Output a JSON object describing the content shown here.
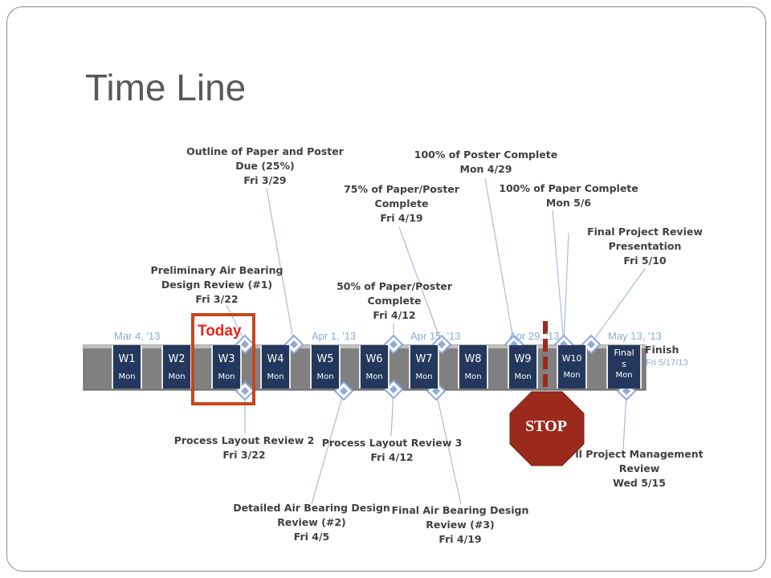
{
  "slide": {
    "title": "Time Line"
  },
  "timeline": {
    "dates": [
      "Mar 4, '13",
      "Apr 1, '13",
      "Apr 15, '13",
      "Apr 29, '13",
      "May 13, '13"
    ],
    "weeks": [
      {
        "label": "W1",
        "day": "Mon"
      },
      {
        "label": "W2",
        "day": "Mon"
      },
      {
        "label": "W3",
        "day": "Mon"
      },
      {
        "label": "W4",
        "day": "Mon"
      },
      {
        "label": "W5",
        "day": "Mon"
      },
      {
        "label": "W6",
        "day": "Mon"
      },
      {
        "label": "W7",
        "day": "Mon"
      },
      {
        "label": "W8",
        "day": "Mon"
      },
      {
        "label": "W9",
        "day": "Mon"
      },
      {
        "label": "W10",
        "day": "Mon"
      },
      {
        "label": "Final\ns",
        "day": "Mon"
      }
    ],
    "today_label": "Today",
    "finish": {
      "label": "Finish",
      "date": "Fri 5/17/13"
    },
    "stop_label": "STOP",
    "milestones_above": [
      {
        "text": "Outline of Paper and Poster\nDue (25%)\nFri 3/29"
      },
      {
        "text": "100% of Poster Complete\nMon 4/29"
      },
      {
        "text": "75% of Paper/Poster\nComplete\nFri 4/19"
      },
      {
        "text": "100% of Paper Complete\nMon 5/6"
      },
      {
        "text": "Final Project Review\nPresentation\nFri 5/10"
      },
      {
        "text": "Preliminary Air Bearing\nDesign Review (#1)\nFri 3/22"
      },
      {
        "text": "50% of Paper/Poster\nComplete\nFri 4/12"
      }
    ],
    "milestones_below": [
      {
        "text": "Process Layout Review 2\nFri 3/22"
      },
      {
        "text": "Process Layout Review 3\nFri 4/12"
      },
      {
        "text": "ll Project Management\nReview\nWed 5/15"
      },
      {
        "text": "Detailed Air Bearing Design\nReview (#2)\nFri 4/5"
      },
      {
        "text": "Final Air Bearing Design\nReview (#3)\nFri 4/19"
      }
    ]
  },
  "colors": {
    "bar": "#7f7f7f",
    "week_box": "#23385c",
    "today": "#c5471d",
    "stop": "#9b2a1d",
    "date": "#8ea9db",
    "leader": "#a6bddb"
  }
}
